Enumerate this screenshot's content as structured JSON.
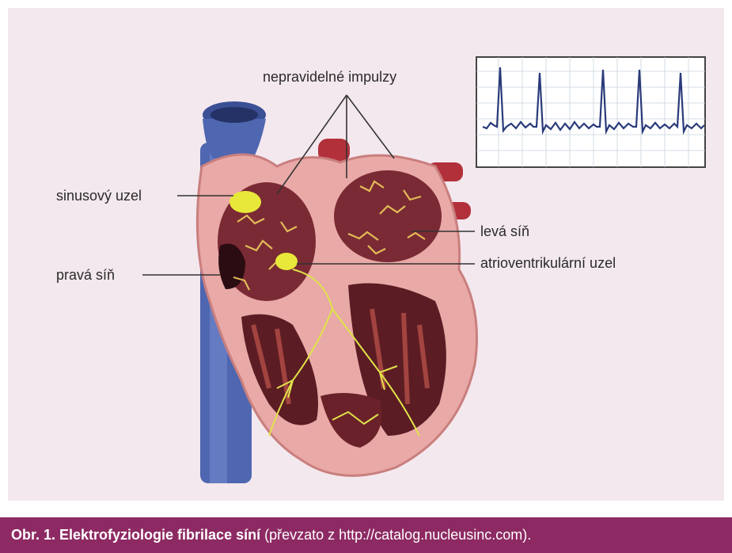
{
  "labels": {
    "top": "nepravidelné impulzy",
    "sinus": "sinusový uzel",
    "right_atrium": "pravá síň",
    "left_atrium": "levá síň",
    "av_node": "atrioventrikulární uzel"
  },
  "caption": {
    "bold": "Obr. 1. Elektrofyziologie fibrilace síní",
    "rest": " (převzato z http://catalog.nucleusinc.com)."
  },
  "colors": {
    "background": "#f3e8ee",
    "caption_bar": "#8d2a63",
    "ecg_trace": "#2a3a7a",
    "nodes": "#e8e83a"
  }
}
